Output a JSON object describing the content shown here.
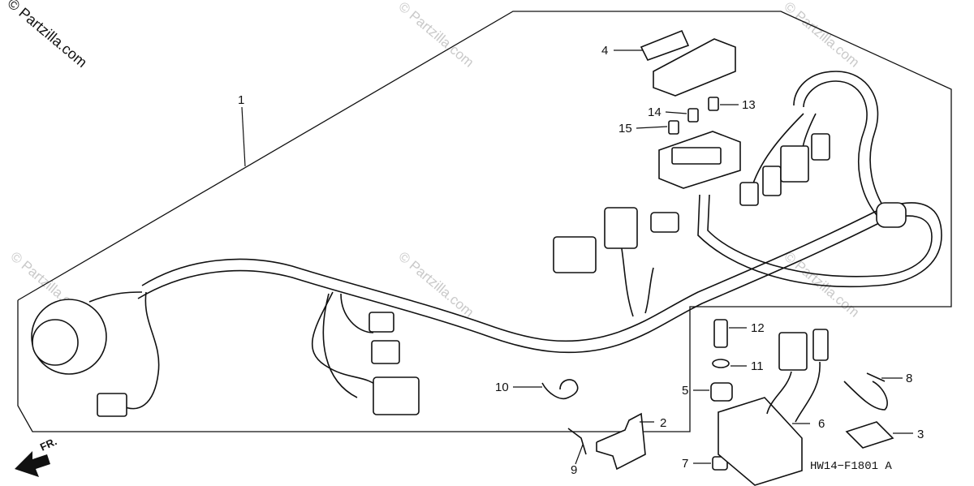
{
  "watermark": {
    "corner_text": "© Partzilla.com",
    "tile_text": "© Partzilla.com"
  },
  "diagram_code": "HW14−F1801 A",
  "front_arrow_label": "FR.",
  "callouts": [
    {
      "id": "c1",
      "label": "1"
    },
    {
      "id": "c2",
      "label": "2"
    },
    {
      "id": "c3",
      "label": "3"
    },
    {
      "id": "c4",
      "label": "4"
    },
    {
      "id": "c5",
      "label": "5"
    },
    {
      "id": "c6",
      "label": "6"
    },
    {
      "id": "c7",
      "label": "7"
    },
    {
      "id": "c8",
      "label": "8"
    },
    {
      "id": "c9",
      "label": "9"
    },
    {
      "id": "c10",
      "label": "10"
    },
    {
      "id": "c11",
      "label": "11"
    },
    {
      "id": "c12",
      "label": "12"
    },
    {
      "id": "c13",
      "label": "13"
    },
    {
      "id": "c14",
      "label": "14"
    },
    {
      "id": "c15",
      "label": "15"
    }
  ]
}
